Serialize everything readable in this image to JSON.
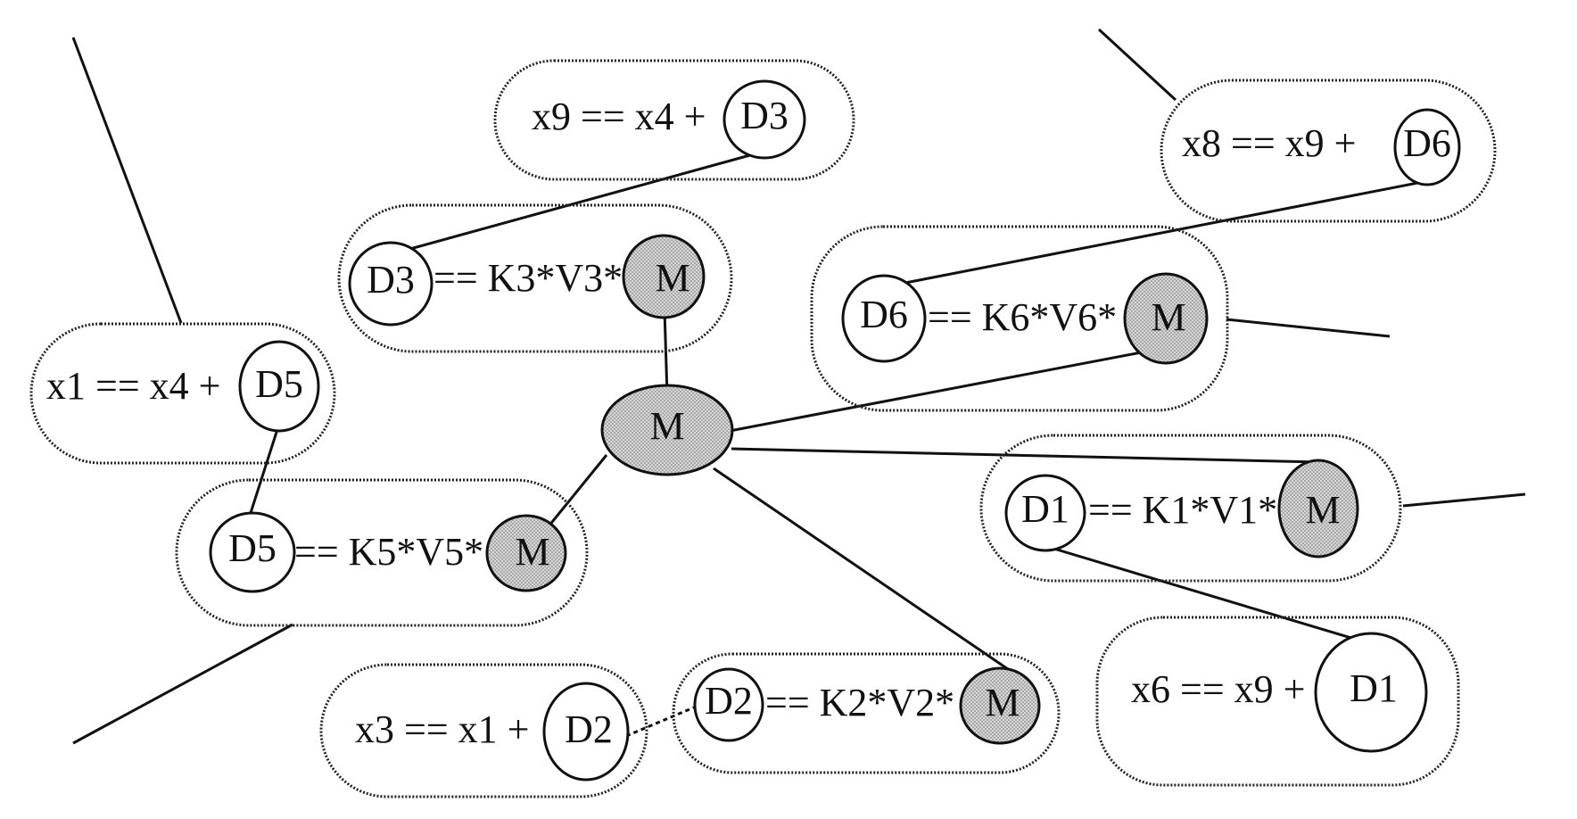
{
  "nodes": {
    "m": "M",
    "x9": {
      "text": "x9 == x4 +",
      "var": "D3"
    },
    "x8": {
      "text": "x8 == x9 +",
      "var": "D6"
    },
    "d3": {
      "var": "D3",
      "eq": "== K3*V3*",
      "m": "M"
    },
    "d6": {
      "var": "D6",
      "eq": "== K6*V6*",
      "m": "M"
    },
    "x1": {
      "text": "x1 == x4 +",
      "var": "D5"
    },
    "d5": {
      "var": "D5",
      "eq": "== K5*V5*",
      "m": "M"
    },
    "d1": {
      "var": "D1",
      "eq": "== K1*V1*",
      "m": "M"
    },
    "x6": {
      "text": "x6 == x9 +",
      "var": "D1"
    },
    "x3": {
      "text": "x3 == x1 +",
      "var": "D2"
    },
    "d2": {
      "var": "D2",
      "eq": "== K2*V2*",
      "m": "M"
    }
  },
  "colors": {
    "shade": "#c8c8c8",
    "stroke": "#111111"
  }
}
